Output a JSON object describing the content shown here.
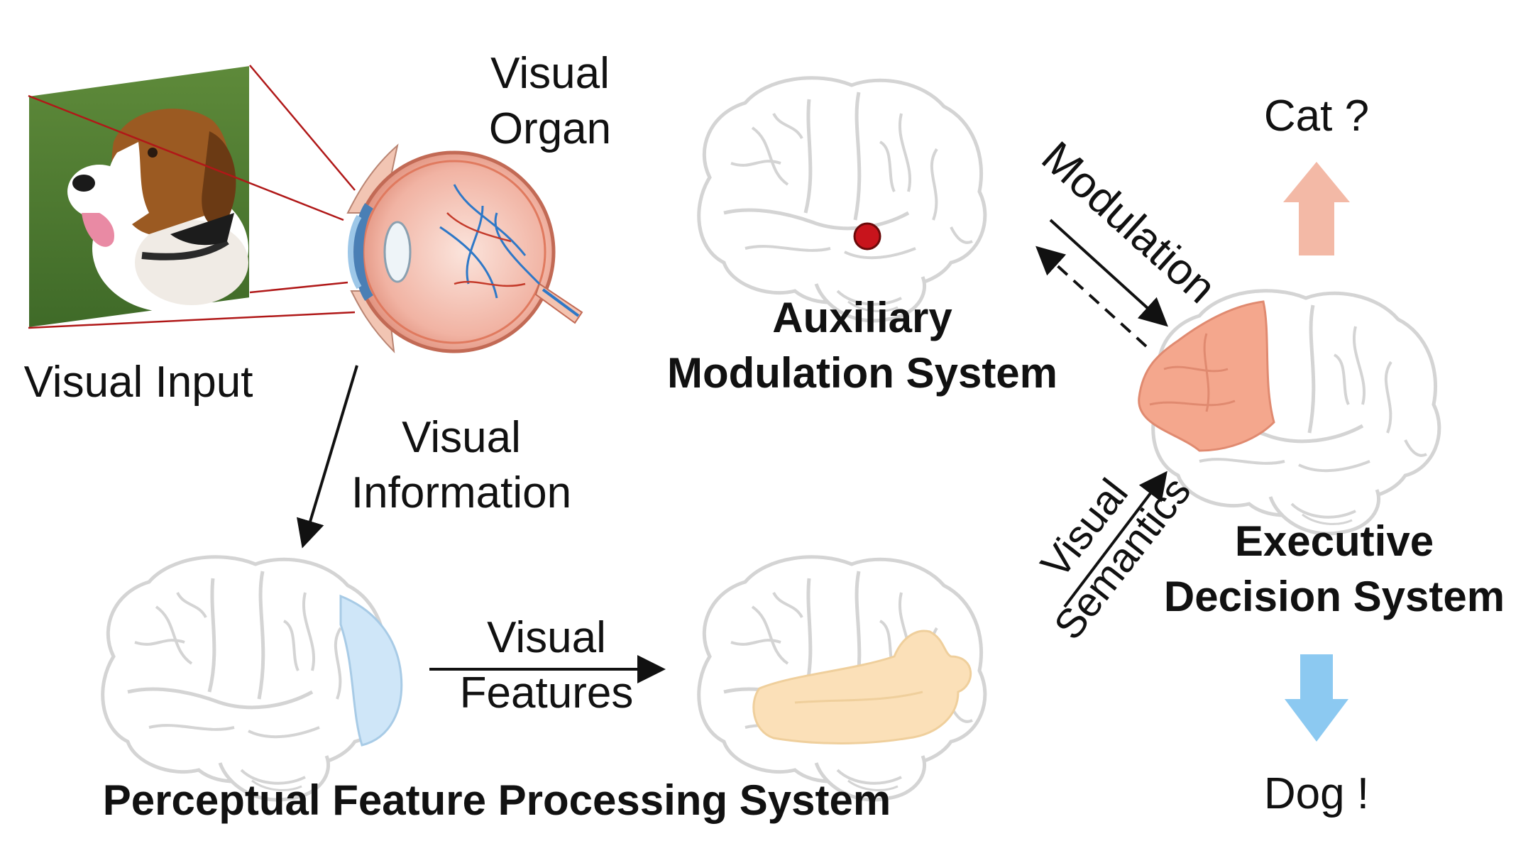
{
  "labels": {
    "visual_organ_l1": "Visual",
    "visual_organ_l2": "Organ",
    "visual_input": "Visual Input",
    "visual_information_l1": "Visual",
    "visual_information_l2": "Information",
    "auxiliary_l1": "Auxiliary",
    "auxiliary_l2": "Modulation System",
    "modulation": "Modulation",
    "cat": "Cat ?",
    "executive_l1": "Executive",
    "executive_l2": "Decision System",
    "visual_semantics_l1": "Visual",
    "visual_semantics_l2": "Semantics",
    "visual_features_l1": "Visual",
    "visual_features_l2": "Features",
    "perceptual": "Perceptual Feature Processing System",
    "dog": "Dog !"
  },
  "colors": {
    "brain_outline": "#d4d4d4",
    "visual_cortex": "#cfe6f8",
    "temporal_lobe": "#fbe0b8",
    "prefrontal_cortex": "#f4a78d",
    "red_dot": "#c8141c",
    "up_arrow": "#f3b9a6",
    "down_arrow": "#8cc9f1",
    "projection_lines": "#b01818"
  },
  "icons": {
    "input_image": "dog-photo",
    "eye": "eyeball-cross-section-icon",
    "brain": "brain-outline-icon"
  }
}
